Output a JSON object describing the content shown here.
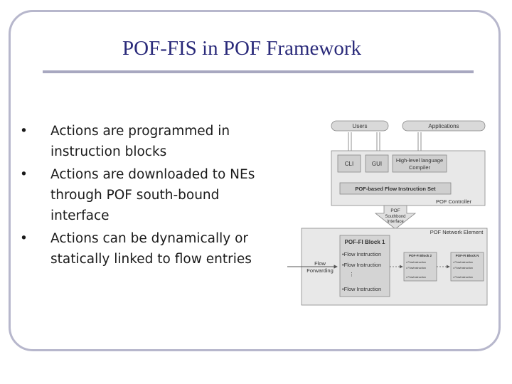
{
  "slide": {
    "title": "POF-FIS in POF Framework",
    "bullets": [
      "Actions are programmed in instruction blocks",
      "Actions are downloaded to NEs through POF south-bound interface",
      "Actions can be dynamically or statically linked to flow entries"
    ],
    "bullet_glyph": "•"
  },
  "diagram": {
    "users": "Users",
    "applications": "Applications",
    "cli": "CLI",
    "gui": "GUI",
    "compiler_line1": "High-level language",
    "compiler_line2": "Compiler",
    "instruction_set": "POF-based Flow Instruction Set",
    "controller": "POF Controller",
    "interface_line1": "POF",
    "interface_line2": "Southbond",
    "interface_line3": "Interface",
    "network_element": "POF Network Element",
    "block1_title": "POF-FI Block 1",
    "flow_instruction": "•Flow Instruction",
    "ellipsis": "⋮",
    "flow_line1": "Flow",
    "flow_line2": "Forwarding",
    "block2_title": "POF-FI Block 2",
    "blockn_title": "POF-FI Block N",
    "small_instruction": "• FlowInstruction"
  }
}
